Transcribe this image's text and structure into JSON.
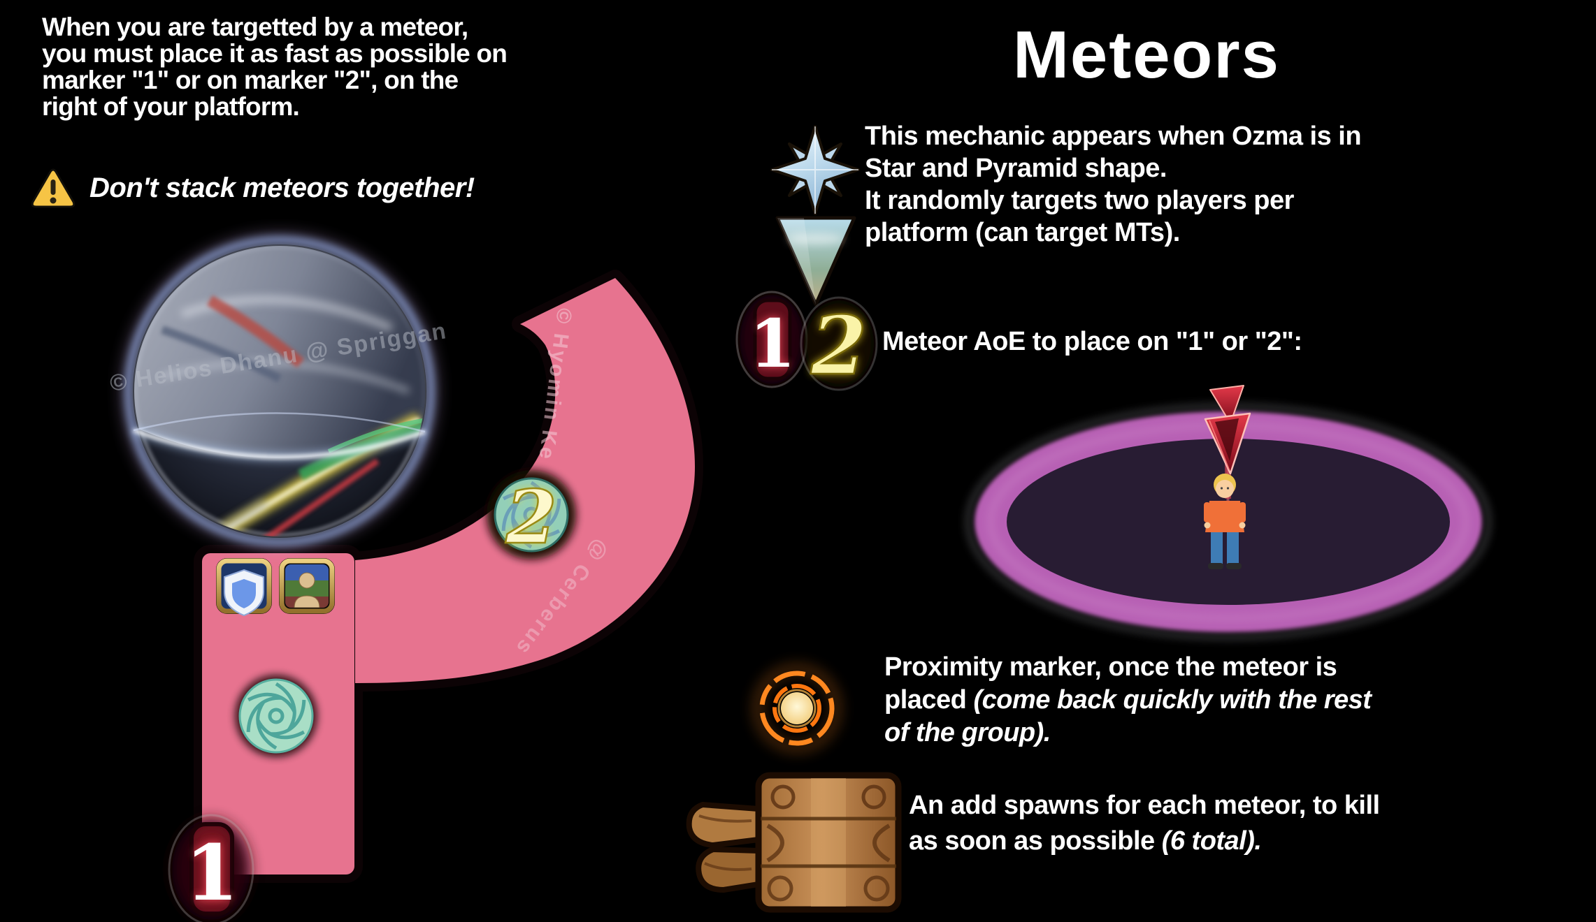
{
  "colors": {
    "background": "#000000",
    "text": "#ffffff",
    "platform_pink": "#e7738f",
    "aoe_ring_purple": "#b760b4",
    "aoe_inner_purple": "#281c33",
    "waymark1_red": "#5d0d1a",
    "waymark2_yellow": "#fdf8cc",
    "portal_teal": "#a9dec6",
    "proximity_orange": "#ff8820",
    "warning_yellow": "#f6c445",
    "add_wood_brown": "#b07a40",
    "sphere_rim_blue": "#9fb4ee"
  },
  "left": {
    "intro_lines": [
      "When you are targetted by a meteor,",
      "you must place it as fast as possible on",
      "marker \"1\" or on marker \"2\", on the",
      "right of your platform."
    ],
    "warning": {
      "icon": "warning-triangle-icon",
      "text": "Don't stack meteors together!"
    },
    "platform": {
      "watermark_sphere": "© Helios Dhanu @ Spriggan",
      "watermark_curve_top": "© Hyomin Ke",
      "watermark_curve_bottom": "@ Cerberus",
      "marker_1_label": "1",
      "marker_2_label": "2",
      "icons": [
        "ozma-sphere",
        "tank-role-icon",
        "party-member-icon",
        "portal-icon",
        "waymark-1-icon",
        "waymark-2-icon"
      ]
    }
  },
  "right": {
    "title": "Meteors",
    "shape_icons": [
      "ozma-star-icon",
      "ozma-pyramid-icon"
    ],
    "mechanic_lines": [
      "This mechanic appears when Ozma is in",
      "Star and Pyramid shape.",
      "It randomly targets two players per",
      "platform (can target MTs)."
    ],
    "meteor_aoe": {
      "waymark1": "1",
      "waymark2": "2",
      "label": "Meteor AoE to place on \"1\" or \"2\":",
      "diagram_icons": [
        "meteor-aoe-ring",
        "meteor-target-arrow-icon",
        "targeted-player-figure"
      ]
    },
    "proximity": {
      "icon": "proximity-marker-icon",
      "line1": "Proximity marker, once the meteor is",
      "line2_normal": "placed ",
      "line2_italic": "(come back quickly with the rest",
      "line3_italic": "of the group)."
    },
    "add": {
      "icon": "meteor-add-icon",
      "line1": "An add spawns for each meteor, to kill",
      "line2_normal": "as soon as possible ",
      "line2_italic": "(6 total)."
    }
  }
}
